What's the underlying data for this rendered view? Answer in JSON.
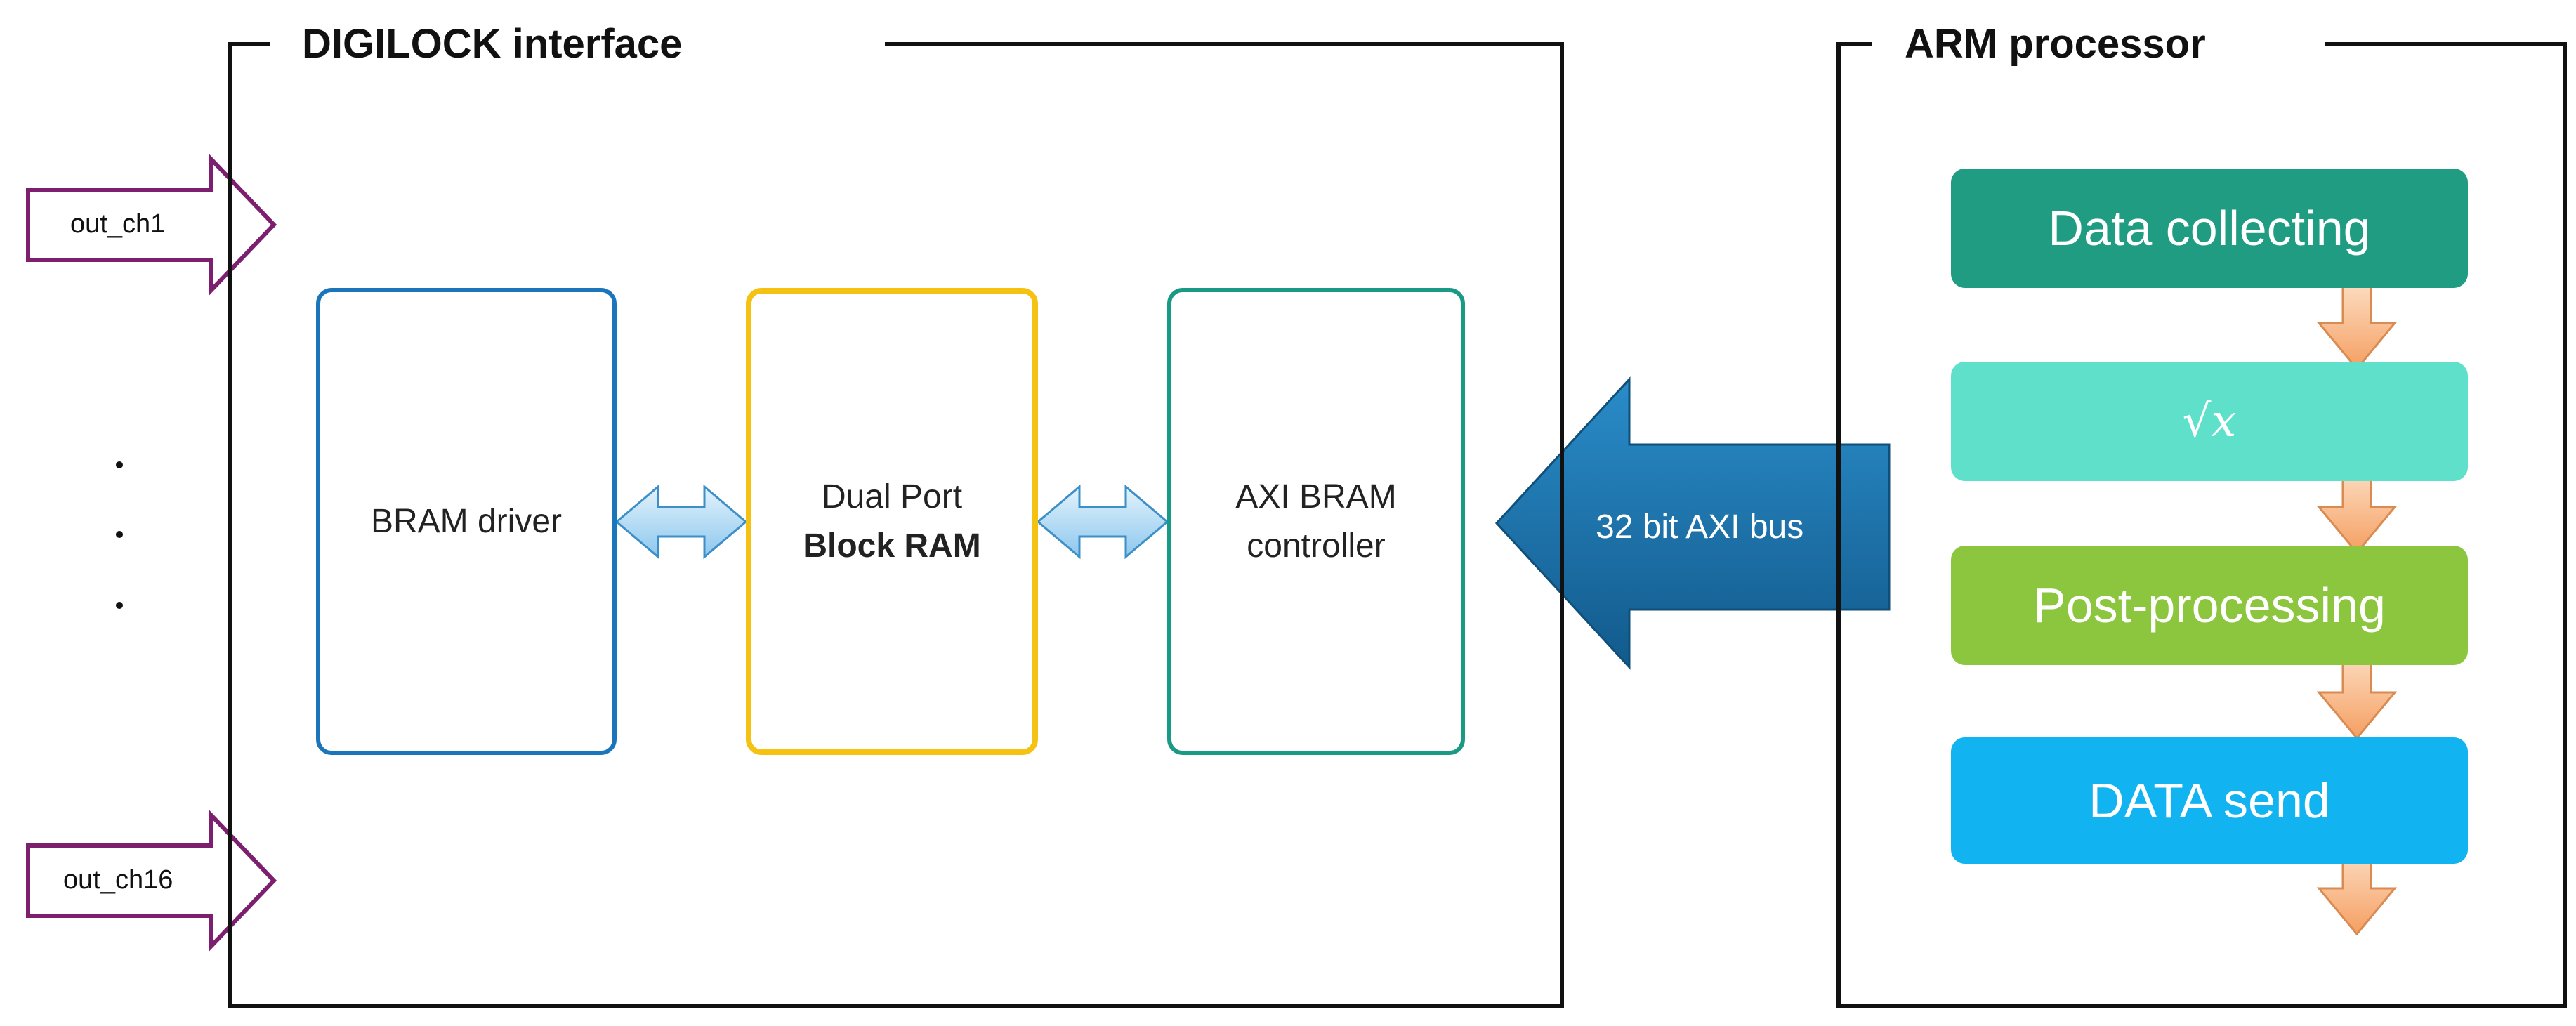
{
  "groups": {
    "digilock": {
      "title": "DIGILOCK interface"
    },
    "arm": {
      "title": "ARM processor"
    }
  },
  "inputs": [
    {
      "label": "out_ch1"
    },
    {
      "label": "out_ch16"
    }
  ],
  "ellipsis": ".",
  "blocks": {
    "bram_driver": {
      "line1": "BRAM driver"
    },
    "block_ram": {
      "line1": "Dual Port",
      "line2": "Block RAM"
    },
    "axi_controller": {
      "line1": "AXI BRAM",
      "line2": "controller"
    }
  },
  "bus": {
    "label": "32 bit AXI bus"
  },
  "arm_steps": [
    {
      "label": "Data collecting",
      "color": "#1f9c82"
    },
    {
      "label": "√x",
      "color": "#5ee0cb"
    },
    {
      "label": "Post-processing",
      "color": "#8cc63f"
    },
    {
      "label": "DATA send",
      "color": "#11b4f0"
    }
  ],
  "colors": {
    "frame": "#111111",
    "bram_driver_border": "#1b75bb",
    "block_ram_border": "#f5c211",
    "axi_controller_border": "#1a9a84",
    "channel_arrow": "#7b1f6e",
    "bus_arrow": "#1a6fa3",
    "double_arrow": "#9fd0f0",
    "flow_arrow": "#f8b486"
  }
}
